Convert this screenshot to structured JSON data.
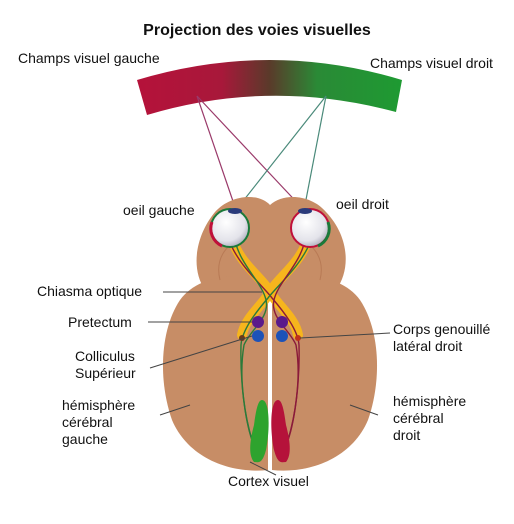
{
  "title": "Projection des voies visuelles",
  "labels": {
    "left_field": "Champs visuel gauche",
    "right_field": "Champs visuel droit",
    "left_eye": "oeil gauche",
    "right_eye": "oeil droit",
    "chiasm": "Chiasma optique",
    "pretectum": "Pretectum",
    "colliculus_line1": "Colliculus",
    "colliculus_line2": "Supérieur",
    "lgn_line1": "Corps genouillé",
    "lgn_line2": "latéral droit",
    "left_hemi_line1": "hémisphère",
    "left_hemi_line2": "cérébral",
    "left_hemi_line3": "gauche",
    "right_hemi_line1": "hémisphère",
    "right_hemi_line2": "cérébral",
    "right_hemi_line3": "droit",
    "cortex": "Cortex visuel"
  },
  "colors": {
    "left_field": "#b5123a",
    "right_field": "#1e9a32",
    "brain": "#c78d66",
    "optic_tract": "#f6b51d",
    "pretectum_dot": "#5a1a8a",
    "colliculus_dot": "#1d52b8"
  }
}
